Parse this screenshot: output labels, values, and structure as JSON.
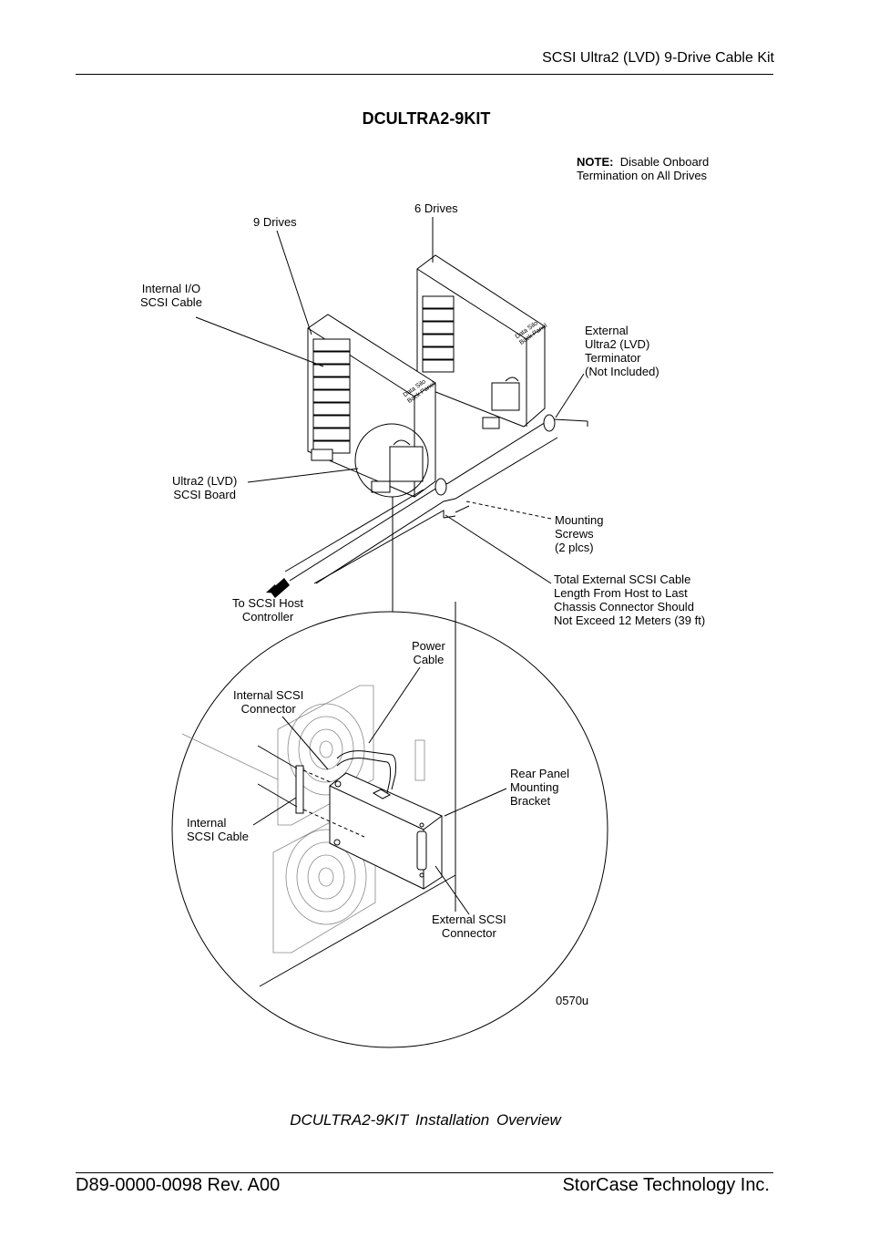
{
  "header": {
    "running_title": "SCSI Ultra2 (LVD) 9-Drive Cable Kit"
  },
  "title": "DCULTRA2-9KIT",
  "note": {
    "bold": "NOTE:",
    "text": "Disable Onboard\nTermination on All Drives"
  },
  "labels": {
    "nine_drives": "9 Drives",
    "six_drives": "6 Drives",
    "internal_io": "Internal I/O\nSCSI Cable",
    "external_terminator": "External\nUltra2 (LVD)\nTerminator\n(Not Included)",
    "ultra2_board": "Ultra2 (LVD)\nSCSI Board",
    "mounting_screws": "Mounting\nScrews\n(2 plcs)",
    "to_host": "To SCSI Host\nController",
    "total_cable": "Total External SCSI Cable\nLength From Host to Last\nChassis Connector Should\nNot Exceed 12 Meters (39 ft)",
    "power_cable": "Power\nCable",
    "internal_scsi_connector": "Internal SCSI\nConnector",
    "rear_panel": "Rear Panel\nMounting\nBracket",
    "internal_scsi_cable": "Internal\nSCSI Cable",
    "external_scsi_connector": "External SCSI\nConnector",
    "figure_code": "0570u",
    "panel_text": "Data Silo\nBack Panel"
  },
  "caption": "DCULTRA2-9KIT  Installation  Overview",
  "footer": {
    "doc_number": "D89-0000-0098 Rev. A00",
    "company": "StorCase Technology Inc."
  }
}
